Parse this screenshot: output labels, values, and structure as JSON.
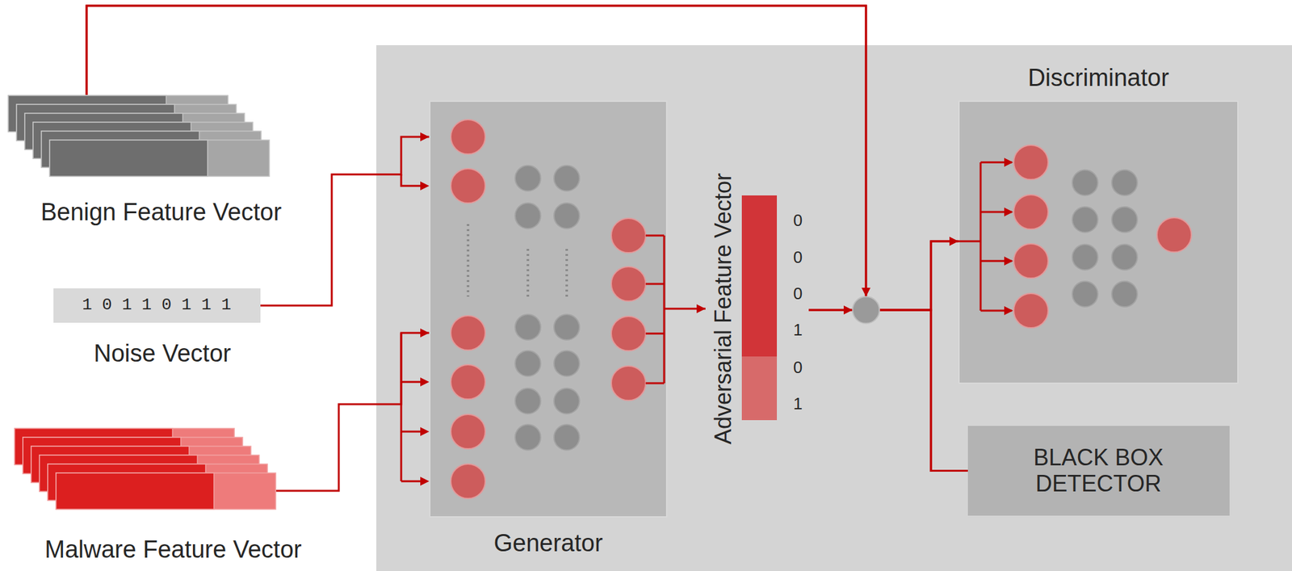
{
  "diagram": {
    "nodes": [
      {
        "text": [
          "Benign Feature Vector"
        ]
      },
      {
        "text": [
          "1 0 1 1 0 1 1 1",
          "Noise Vector"
        ]
      },
      {
        "text": [
          "Malware Feature Vector"
        ]
      },
      {
        "text": [
          "Generator"
        ]
      },
      {
        "text": [
          "Adversarial Feature Vector",
          "0",
          "0",
          "0",
          "1",
          "0",
          "1"
        ]
      },
      {
        "text": [
          "Discriminator"
        ]
      },
      {
        "text": [
          "BLACK BOX DETECTOR"
        ]
      }
    ],
    "edges": [
      {
        "from": 0,
        "to": 5,
        "arrow": "to"
      },
      {
        "from": 0,
        "to": 6,
        "arrow": "none"
      },
      {
        "from": 1,
        "to": 3,
        "arrow": "to"
      },
      {
        "from": 2,
        "to": 3,
        "arrow": "to"
      },
      {
        "from": 3,
        "to": 4,
        "arrow": "to"
      },
      {
        "from": 4,
        "to": 5,
        "arrow": "to"
      },
      {
        "from": 4,
        "to": 6,
        "arrow": "none"
      }
    ]
  }
}
